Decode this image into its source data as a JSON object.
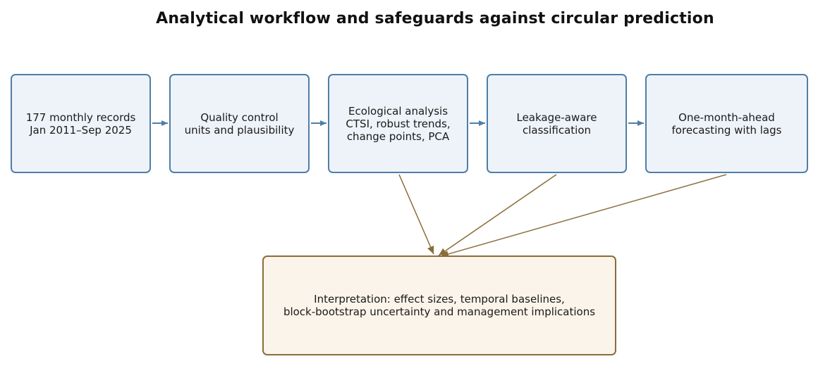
{
  "title": "Analytical workflow and safeguards against circular prediction",
  "steps": [
    {
      "lines": [
        "177 monthly records",
        "Jan 2011–Sep 2025"
      ]
    },
    {
      "lines": [
        "Quality control",
        "units and plausibility"
      ]
    },
    {
      "lines": [
        "Ecological analysis",
        "CTSI, robust trends,",
        "change points, PCA"
      ]
    },
    {
      "lines": [
        "Leakage-aware",
        "classification"
      ]
    },
    {
      "lines": [
        "One-month-ahead",
        "forecasting with lags"
      ]
    }
  ],
  "interpretation": {
    "lines": [
      "Interpretation: effect sizes, temporal baselines,",
      "block-bootstrap uncertainty and management implications"
    ]
  },
  "colors": {
    "step_border": "#4f7ea6",
    "step_fill": "#eef3f9",
    "final_border": "#8a6d3b",
    "final_fill": "#fbf4ea",
    "arrow_step": "#4f7ea6",
    "arrow_final": "#8a6d3b"
  }
}
